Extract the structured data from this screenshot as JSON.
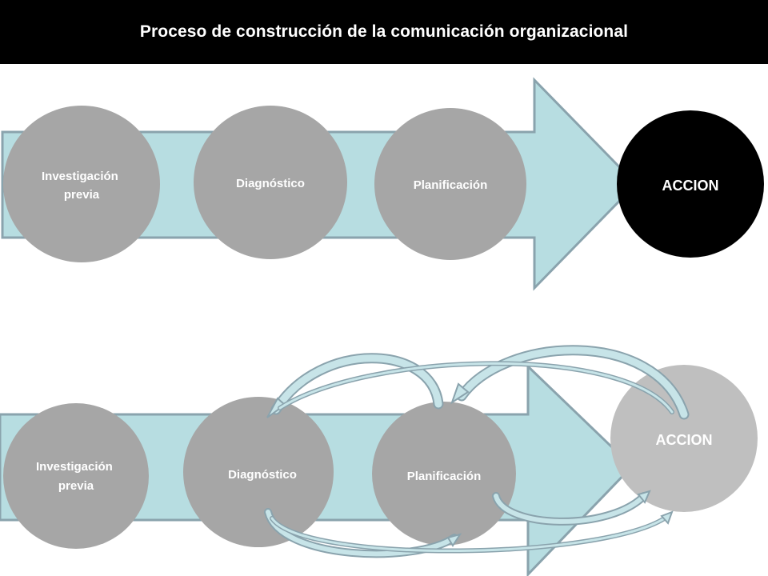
{
  "title": "Proceso de construcción de la comunicación organizacional",
  "colors": {
    "title_bg": "#000000",
    "title_text": "#ffffff",
    "arrow_fill": "#b7dde1",
    "arrow_stroke": "#8aa3ad",
    "stage_circle": "#a6a6a6",
    "stage_text": "#ffffff",
    "action_circle_top": "#000000",
    "action_circle_bottom": "#bfbfbf",
    "feedback_arrow": "#c7e4e8"
  },
  "top_flow": {
    "stages": [
      {
        "line1": "Investigación",
        "line2": "previa"
      },
      {
        "label": "Diagnóstico"
      },
      {
        "label": "Planificación"
      }
    ],
    "action": "ACCION"
  },
  "bottom_flow": {
    "stages": [
      {
        "line1": "Investigación",
        "line2": "previa"
      },
      {
        "label": "Diagnóstico"
      },
      {
        "label": "Planificación"
      }
    ],
    "action": "ACCION"
  }
}
